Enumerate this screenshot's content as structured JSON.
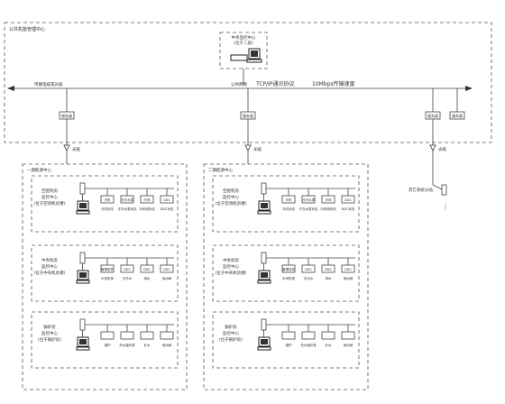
{
  "top_center": {
    "title": "公共机能管理中心",
    "host_line1": "中央监控中心",
    "host_line2": "(位于二层)"
  },
  "network": {
    "left_label": "传输电缆或光缆",
    "mid_label": "公共网络",
    "protocol": "TCP/IP通讯协议",
    "speed": "10Mbps传输速度"
  },
  "top_switches": [
    "服务器",
    "服务器",
    "服务器",
    "服务器"
  ],
  "fiber_label": "光缆",
  "centers": [
    {
      "title": "一期能源中心",
      "subsystems": [
        {
          "name_lines": [
            "空配机房",
            "监控中心",
            "(位于空调机房楼)"
          ],
          "devices": [
            "冷机",
            "冷冻水泵",
            "冷却",
            "DDC"
          ],
          "device_subs": [
            "冷机状态",
            "冷冻水泵状态",
            "冷却塔状态",
            "DDC状态"
          ]
        },
        {
          "name_lines": [
            "中央机房",
            "监控中心",
            "(位于中央机房楼)"
          ],
          "devices": [
            "管理软件",
            "DDC",
            "DDC",
            "DDC"
          ],
          "device_subs": [
            "中央机房",
            "冷冻水",
            "排水",
            "电动阀"
          ]
        },
        {
          "name_lines": [
            "锅炉房",
            "监控中心",
            "(位于锅炉房)"
          ],
          "devices": [
            "",
            "",
            "",
            ""
          ],
          "device_subs": [
            "锅炉",
            "热水循环泵",
            "补水",
            "电动阀"
          ]
        }
      ]
    },
    {
      "title": "二期能源中心",
      "subsystems": [
        {
          "name_lines": [
            "空配机房",
            "监控中心",
            "(位于空调机房楼)"
          ],
          "devices": [
            "冷机",
            "冷冻水泵",
            "冷却",
            "DDC"
          ],
          "device_subs": [
            "冷机状态",
            "冷冻水泵状态",
            "冷却塔状态",
            "DDC状态"
          ]
        },
        {
          "name_lines": [
            "中央机房",
            "监控中心",
            "(位于中央机房楼)"
          ],
          "devices": [
            "管理软件",
            "DDC",
            "DDC",
            "DDC"
          ],
          "device_subs": [
            "中央机房",
            "冷冻水",
            "排水",
            "电动阀"
          ]
        },
        {
          "name_lines": [
            "锅炉房",
            "监控中心",
            "(位于锅炉房)"
          ],
          "devices": [
            "",
            "",
            "",
            ""
          ],
          "device_subs": [
            "锅炉",
            "热水循环泵",
            "补水",
            "电动阀"
          ]
        }
      ]
    }
  ],
  "right_branch": {
    "label": "其它系统分站",
    "ellipsis": "⋮"
  }
}
